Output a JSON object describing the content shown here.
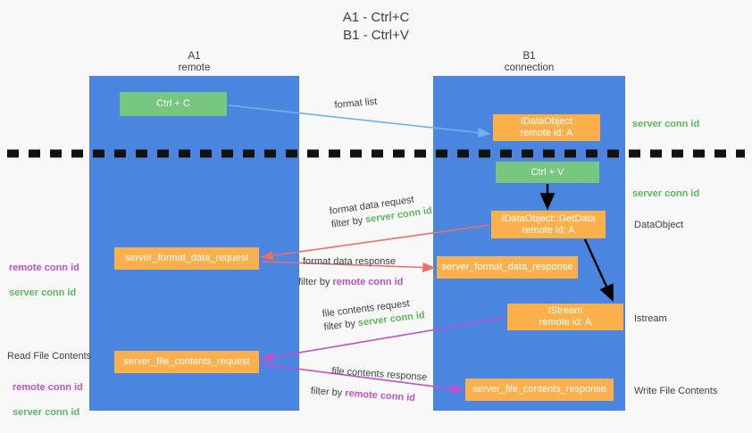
{
  "title": "A1 - Ctrl+C\nB1 - Ctrl+V",
  "lanes": [
    {
      "name": "A1",
      "sublabel": "remote",
      "header": "A1\nremote"
    },
    {
      "name": "B1",
      "sublabel": "connection",
      "header": "B1\nconnection"
    }
  ],
  "nodes": [
    {
      "id": "ctrl-c",
      "label": "Ctrl + C",
      "color": "#78c781",
      "lane": "A1"
    },
    {
      "id": "idataobject",
      "label": "IDataObject\nremote id: A",
      "color": "#fbb04c",
      "lane": "B1"
    },
    {
      "id": "ctrl-v",
      "label": "Ctrl + V",
      "color": "#78c781",
      "lane": "B1"
    },
    {
      "id": "getdata",
      "label": "IDataObject::GetData\nremote id: A",
      "color": "#fbb04c",
      "lane": "B1"
    },
    {
      "id": "server-format-data-request",
      "label": "server_format_data_request",
      "color": "#fbb04c",
      "lane": "A1"
    },
    {
      "id": "server-format-data-response",
      "label": "server_format_data_response",
      "color": "#fbb04c",
      "lane": "B1"
    },
    {
      "id": "istream",
      "label": "IStream\nremote id: A",
      "color": "#fbb04c",
      "lane": "B1"
    },
    {
      "id": "server-file-contents-request",
      "label": "server_file_contents_request",
      "color": "#fbb04c",
      "lane": "A1"
    },
    {
      "id": "server-file-contents-response",
      "label": "server_file_contents_response",
      "color": "#fbb04c",
      "lane": "B1"
    }
  ],
  "edges": {
    "format_list": "format list",
    "format_data_request": {
      "line1": "format data request",
      "filter_prefix": "filter by ",
      "filter_key": "server conn id",
      "filter_color": "#5cb85c"
    },
    "format_data_response": {
      "line1": "format data response",
      "filter_prefix": "filter by ",
      "filter_key": "remote conn id",
      "filter_color": "#c050c8"
    },
    "file_contents_request": {
      "line1": "file contents request",
      "filter_prefix": "filter by ",
      "filter_key": "server conn id",
      "filter_color": "#5cb85c"
    },
    "file_contents_response": {
      "line1": "file contents response",
      "filter_prefix": "filter by ",
      "filter_key": "remote conn id",
      "filter_color": "#c050c8"
    }
  },
  "annotations": {
    "right_top_server": "server conn id",
    "right_mid_server": "server conn id",
    "right_dataobject": "DataObject",
    "right_istream": "Istream",
    "right_write_file": "Write File Contents",
    "left_conn_ids": "remote conn id\nserver conn id",
    "left_read_file": "Read File Contents",
    "left_conn_ids2": "remote conn id\nserver conn id"
  },
  "colors": {
    "lane": "#4a86e0",
    "green_node": "#78c781",
    "orange_node": "#fbb04c",
    "green_text": "#5cb85c",
    "purple_text": "#c050c8",
    "arrow_blue": "#6fb3e8",
    "arrow_red": "#e8706a",
    "arrow_magenta": "#c050c8",
    "arrow_black": "#000000",
    "divider": "#111111",
    "background": "#f8f8f8"
  }
}
